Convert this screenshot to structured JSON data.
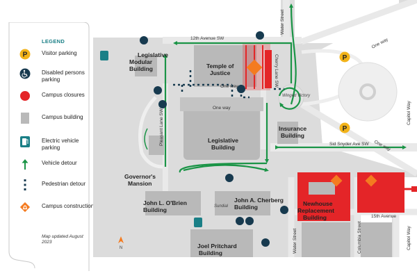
{
  "legend": {
    "title": "LEGEND",
    "items": [
      {
        "label": "Visitor parking",
        "icon": "parking-icon"
      },
      {
        "label": "Disabled persons parking",
        "icon": "accessible-icon"
      },
      {
        "label": "Campus closures",
        "icon": "closure-dot-icon"
      },
      {
        "label": "Campus building",
        "icon": "building-swatch-icon"
      },
      {
        "label": "Electric vehicle parking",
        "icon": "ev-charging-icon"
      },
      {
        "label": "Vehicle detour",
        "icon": "vehicle-arrow-icon"
      },
      {
        "label": "Pedestrian detour",
        "icon": "pedestrian-dots-icon"
      },
      {
        "label": "Campus construction",
        "icon": "construction-icon"
      }
    ],
    "note": "Map updated August 2023"
  },
  "map": {
    "buildings": {
      "legislative_modular": "Legislative Modular Building",
      "temple_of_justice": "Temple of Justice",
      "legislative_building": "Legislative Building",
      "insurance": "Insurance Building",
      "governors_mansion": "Governor's Mansion",
      "obrien": "John L. O'Brien Building",
      "cherberg": "John A. Cherberg Building",
      "newhouse": "Newhouse Replacement Building",
      "pritchard": "Joel Pritchard Building"
    },
    "streets": {
      "twelfth_ave": "12th Avenue SW",
      "water_street_top": "Water Street",
      "cherry_lane": "Cherry Lane SW",
      "pleasant_lane": "Pleasant Lane SW",
      "sid_snyder": "Sid Snyder Ave SW",
      "capitol_way_top": "Capitol Way",
      "capitol_way_bottom": "Capitol Way",
      "fifteenth_ave": "15th Avenue",
      "water_street_bottom": "Water Street",
      "columbia_street": "Columbia Street"
    },
    "labels": {
      "one_way_1": "One way",
      "one_way_2": "One way",
      "one_way_3": "One way",
      "one_way_4": "One way",
      "winged_victory": "Winged Victory",
      "sundial": "Sundial",
      "north": "N"
    },
    "colors": {
      "road": "#dcdcdc",
      "building": "#b9b9b9",
      "closure": "#e42528",
      "detour": "#1a9446",
      "teal": "#1a7f86",
      "navy": "#173a4f",
      "parking": "#f2b319",
      "construction": "#f47b20"
    }
  }
}
